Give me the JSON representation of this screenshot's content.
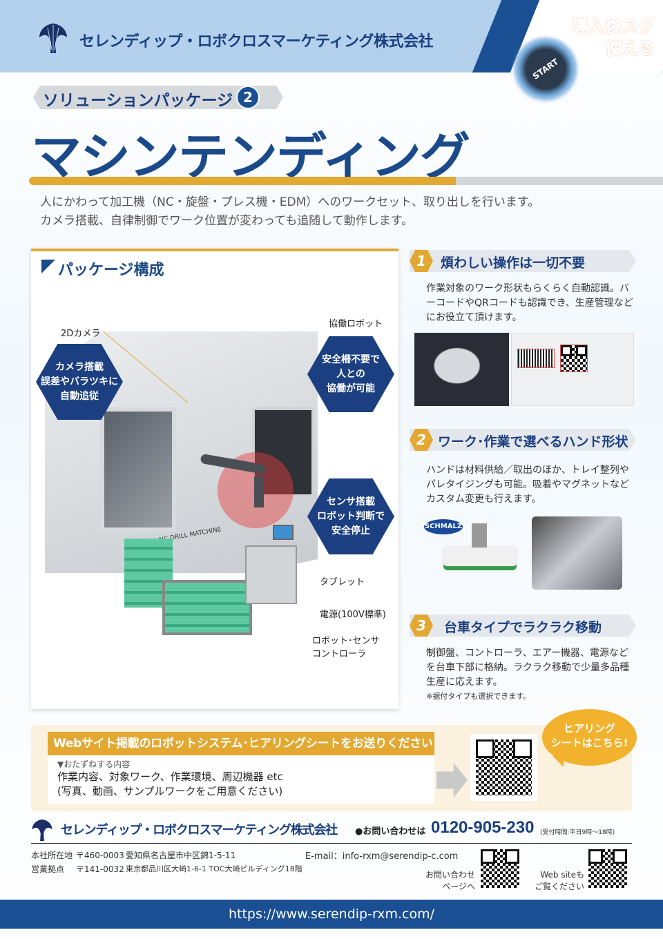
{
  "header": {
    "company_name": "セレンディップ・ロボクロスマーケティング株式会社",
    "catch_line1": "導入後スグ",
    "catch_line2": "使える",
    "start_button": "START"
  },
  "badge": {
    "label": "ソリューションパッケージ",
    "number": "2"
  },
  "title": "マシンテンディング",
  "description": [
    "人にかわって加工機（NC・旋盤・プレス機・EDM）へのワークセット、取り出しを行います。",
    "カメラ搭載、自律制御でワーク位置が変わっても追随して動作します。"
  ],
  "package": {
    "title": "パッケージ構成",
    "machine_label": "NC DRILL MATCHINE",
    "labels": {
      "camera": "2Dカメラ",
      "robot": "協働ロボット",
      "tablet": "タブレット",
      "power": "電源(100V標準)",
      "controller_line1": "ロボット･センサ",
      "controller_line2": "コントローラ"
    },
    "callouts": [
      [
        "カメラ搭載",
        "誤差やバラツキに",
        "自動追従"
      ],
      [
        "安全柵不要で",
        "人との",
        "協働が可能"
      ],
      [
        "センサ搭載",
        "ロボット判断で",
        "安全停止"
      ]
    ]
  },
  "features": [
    {
      "number": "1",
      "title": "煩わしい操作は一切不要",
      "body": "作業対象のワーク形状もらくらく自動認識。バーコードやQRコードも認識でき、生産管理などにお役立て頂けます。"
    },
    {
      "number": "2",
      "title": "ワーク･作業で選べるハンド形状",
      "body": "ハンドは材料供給／取出のほか、トレイ整列やパレタイジングも可能。吸着やマグネットなどカスタム変更も行えます。",
      "brand": "SCHMALZ"
    },
    {
      "number": "3",
      "title": "台車タイプでラクラク移動",
      "body": "制御盤、コントローラ、エアー機器、電源などを台車下部に格納。ラクラク移動で少量多品種生産に応えます。",
      "note": "※据付タイプも選択できます。"
    }
  ],
  "cta": {
    "heading": "Webサイト掲載のロボットシステム･ヒアリングシートをお送りください",
    "sub": "▼おたずねする内容",
    "line1": "作業内容、対象ワーク、作業環境、周辺機器 etc",
    "line2": "(写真、動画、サンプルワークをご用意ください)",
    "bubble_line1": "ヒアリング",
    "bubble_line2": "シートはこちら!"
  },
  "footer": {
    "company_name": "セレンディップ・ロボクロスマーケティング株式会社",
    "contact_label": "●お問い合わせは",
    "tel": "0120-905-230",
    "hours": "(受付時間:平日9時～18時)",
    "hq_label": "本社所在地",
    "hq_zip": "〒460-0003",
    "hq_address": "愛知県名古屋市中区錦1-5-11",
    "office_label": "営業拠点",
    "office_zip": "〒141-0032",
    "office_address": "東京都品川区大崎1-6-1 TOC大崎ビルディング18階",
    "email": "E-mail：info-rxm@serendip-c.com",
    "qr1_line1": "お問い合わせ",
    "qr1_line2": "ページへ",
    "qr2_line1": "Web siteも",
    "qr2_line2": "ご覧ください",
    "url": "https://www.serendip-rxm.com/"
  },
  "colors": {
    "navy": "#1b3f80",
    "orange": "#e3a832",
    "light_blue": "#b3d1ec",
    "footer_blue": "#1a4f94"
  }
}
